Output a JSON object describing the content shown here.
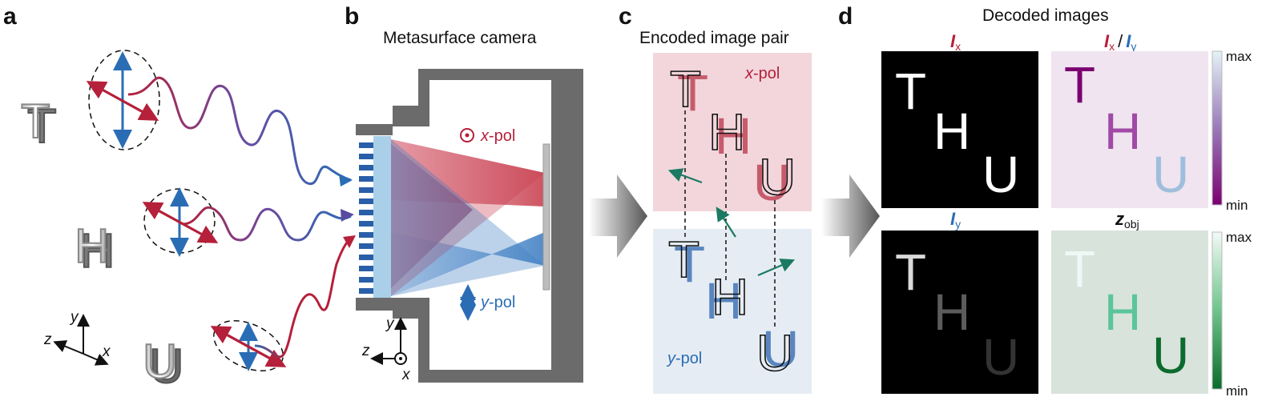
{
  "panels": {
    "a": {
      "letter": "a",
      "object_letters": [
        "T",
        "H",
        "U"
      ],
      "axes": {
        "y": "y",
        "z": "z",
        "x": "x"
      }
    },
    "b": {
      "letter": "b",
      "title": "Metasurface camera",
      "x_pol": {
        "prefix": "x",
        "suffix": "-pol"
      },
      "y_pol": {
        "prefix": "y",
        "suffix": "-pol"
      },
      "axes": {
        "y": "y",
        "z": "z",
        "x": "x"
      }
    },
    "c": {
      "letter": "c",
      "title": "Encoded image pair",
      "top_label": {
        "prefix": "x",
        "suffix": "-pol"
      },
      "bottom_label": {
        "prefix": "y",
        "suffix": "-pol"
      },
      "letters": [
        "T",
        "H",
        "U"
      ]
    },
    "d": {
      "letter": "d",
      "title": "Decoded images",
      "ix_label": {
        "main": "I",
        "sub": "x"
      },
      "ratio_label": {
        "left_main": "I",
        "left_sub": "x",
        "sep": "/",
        "right_main": "I",
        "right_sub": "y"
      },
      "iy_label": {
        "main": "I",
        "sub": "y"
      },
      "z_label": {
        "main": "z",
        "sub": "obj"
      },
      "colorbar_top": {
        "max": "max",
        "min": "min"
      },
      "colorbar_bottom": {
        "max": "max",
        "min": "min"
      },
      "letters": [
        "T",
        "H",
        "U"
      ]
    }
  },
  "colors": {
    "x_pol": "#b5203a",
    "y_pol": "#2a6db5",
    "arrow_green": "#1a7a62",
    "x_bg": "#f2d6dc",
    "y_bg": "#e6ecf4",
    "ratio_bg": "#efe4ef",
    "depth_bg": "#d8e3dc",
    "housing": "#6b6b6b"
  }
}
